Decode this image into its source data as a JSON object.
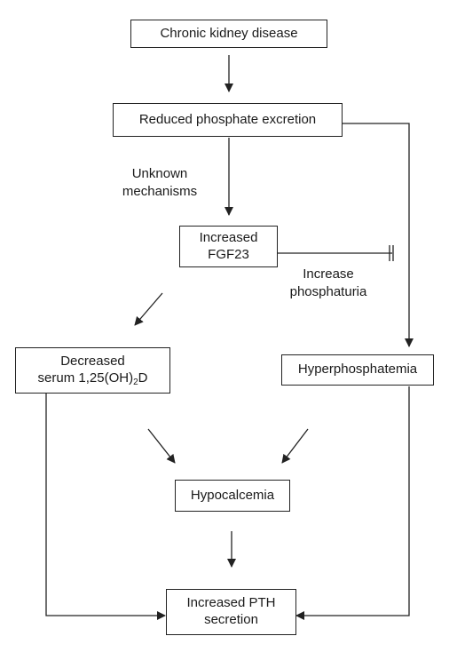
{
  "nodes": {
    "ckd": "Chronic kidney disease",
    "reduced_excretion": "Reduced phosphate excretion",
    "fgf23": {
      "line1": "Increased",
      "line2": "FGF23"
    },
    "decreased_vitd": {
      "line1": "Decreased",
      "line2_pre": "serum 1,25(OH)",
      "line2_sub": "2",
      "line2_post": "D"
    },
    "hyperphosphatemia": "Hyperphosphatemia",
    "hypocalcemia": "Hypocalcemia",
    "pth": {
      "line1": "Increased PTH",
      "line2": "secretion"
    }
  },
  "labels": {
    "unknown": {
      "line1": "Unknown",
      "line2": "mechanisms"
    },
    "phosphaturia": {
      "line1": "Increase",
      "line2": "phosphaturia"
    }
  },
  "colors": {
    "stroke": "#222222",
    "text": "#1a1a1a"
  }
}
